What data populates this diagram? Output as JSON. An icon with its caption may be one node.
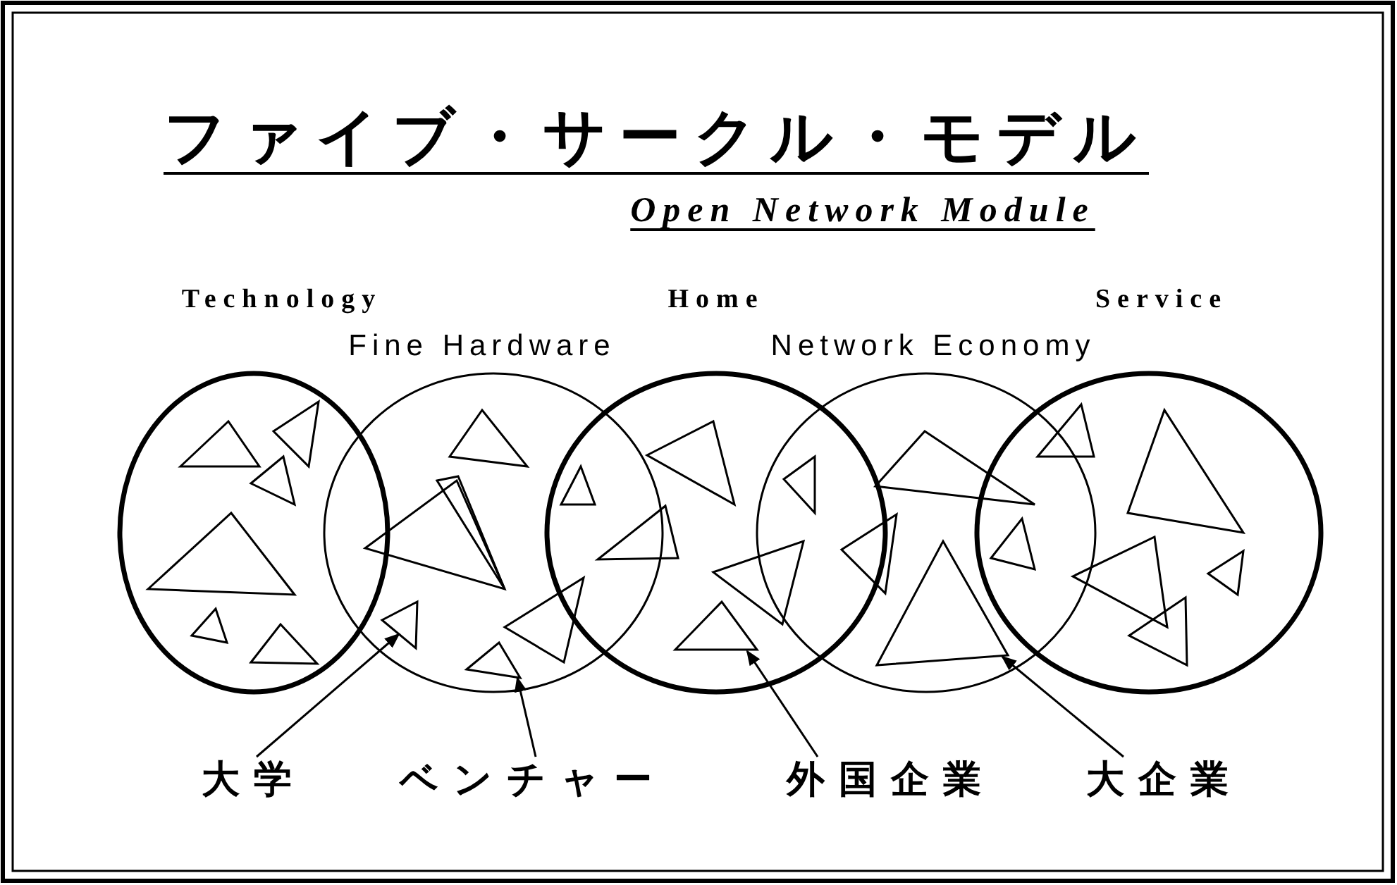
{
  "diagram": {
    "title": "ファイブ・サークル・モデル",
    "nodes": [
      {
        "text": [
          "Technology"
        ]
      },
      {
        "text": [
          "Fine Hardware"
        ]
      },
      {
        "text": [
          "Home"
        ]
      },
      {
        "text": [
          "Network Economy"
        ]
      },
      {
        "text": [
          "Service"
        ]
      },
      {
        "text": [
          "大学"
        ]
      },
      {
        "text": [
          "ベンチャー"
        ]
      },
      {
        "text": [
          "外国企業"
        ]
      },
      {
        "text": [
          "大企業"
        ]
      },
      {
        "text": [],
        "shape": "triangle",
        "in": 1
      },
      {
        "text": [],
        "shape": "triangle",
        "in": 1
      },
      {
        "text": [],
        "shape": "triangle",
        "in": 2
      },
      {
        "text": [],
        "shape": "triangle",
        "in": 3
      }
    ],
    "edges": [
      {
        "from": 5,
        "to": 9,
        "arrow": "to"
      },
      {
        "from": 6,
        "to": 10,
        "arrow": "to"
      },
      {
        "from": 7,
        "to": 11,
        "arrow": "to"
      },
      {
        "from": 8,
        "to": 12,
        "arrow": "to"
      }
    ],
    "labels": [
      "Open Network Module"
    ]
  }
}
